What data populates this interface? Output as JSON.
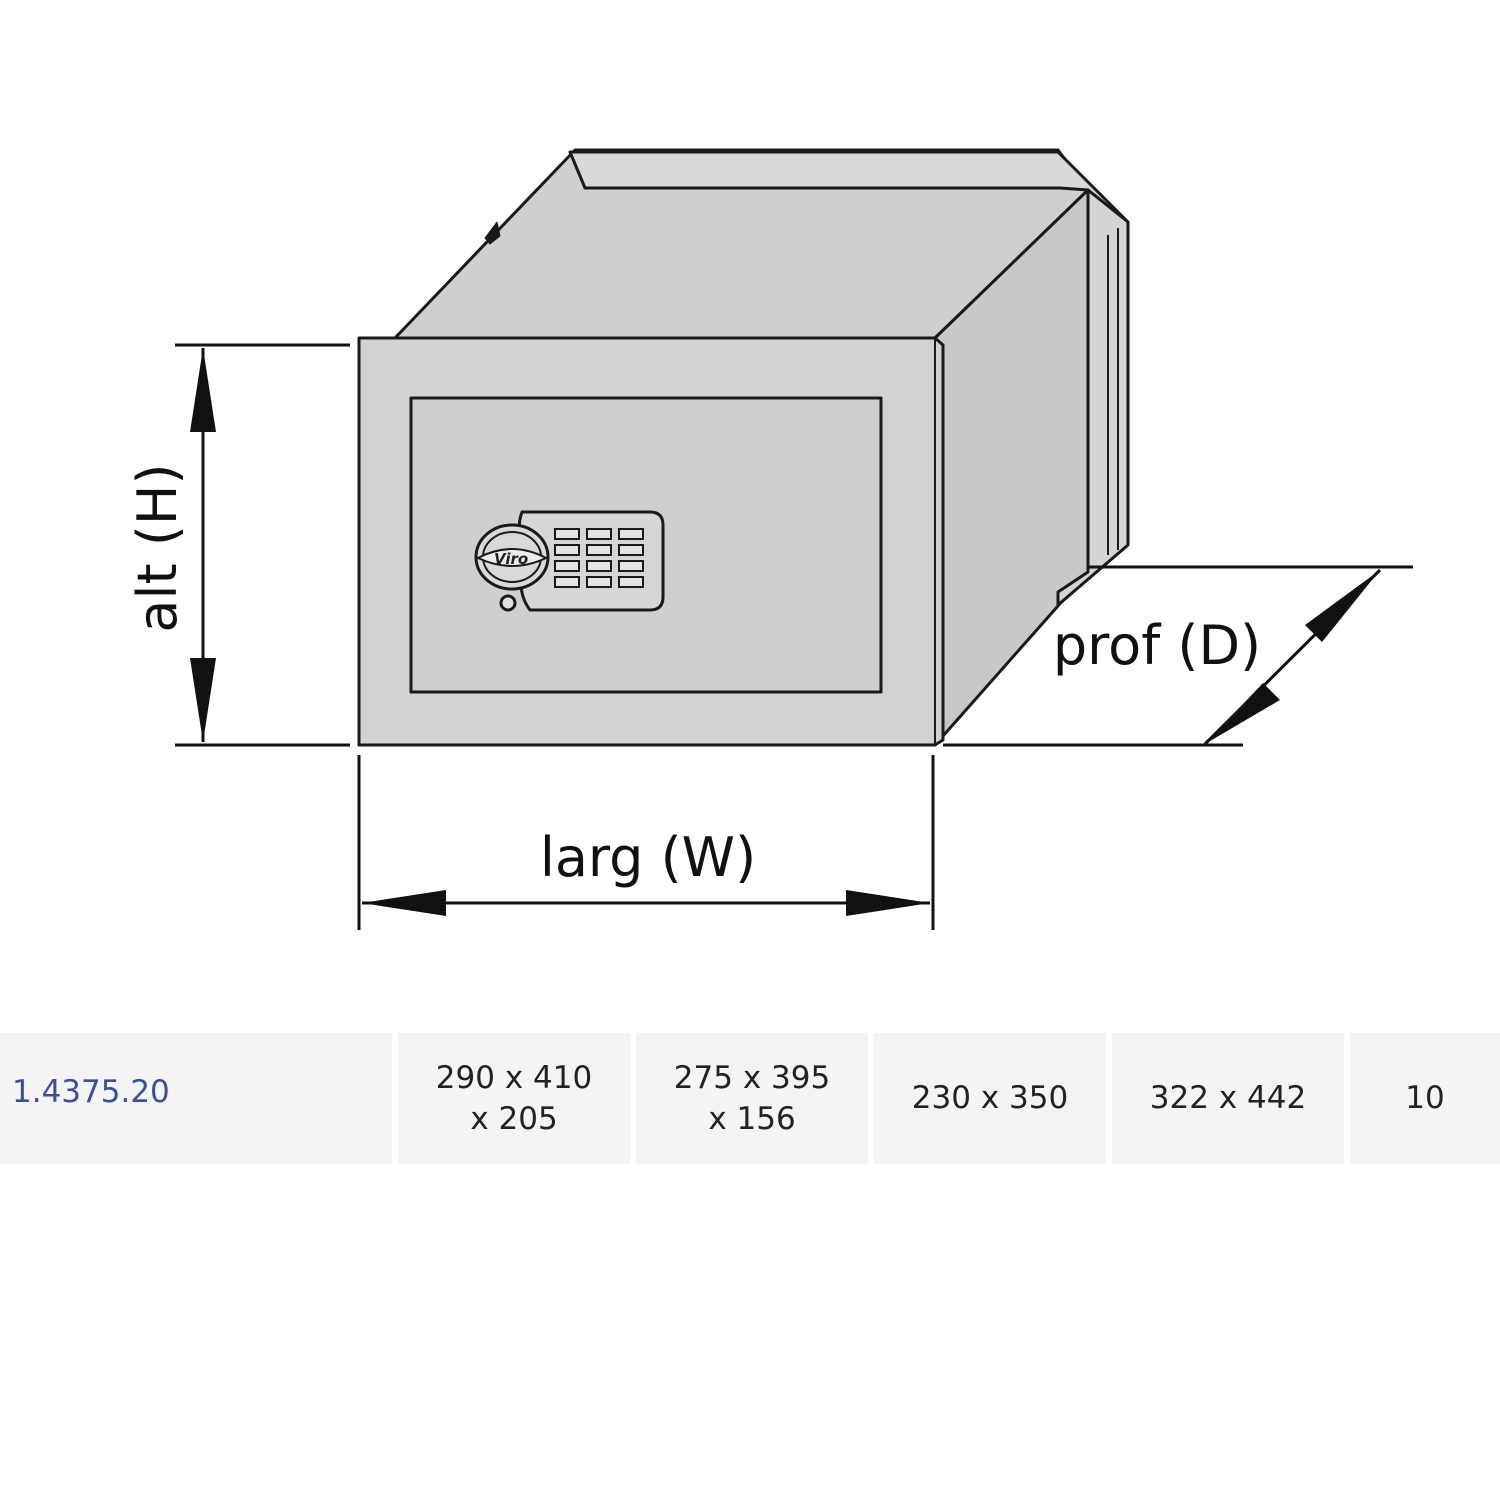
{
  "diagram": {
    "labels": {
      "height": "alt (H)",
      "width": "larg (W)",
      "depth": "prof (D)"
    },
    "logo": "Viro",
    "colors": {
      "body": "#cfcfcf",
      "outline": "#1a1a1a",
      "link": "#3b4fa0"
    }
  },
  "table": {
    "row": [
      {
        "lines": [
          "1.4375.20"
        ]
      },
      {
        "lines": [
          "290 x 410",
          "x 205"
        ]
      },
      {
        "lines": [
          "275 x 395",
          "x 156"
        ]
      },
      {
        "lines": [
          "230 x 350"
        ]
      },
      {
        "lines": [
          "322 x 442"
        ]
      },
      {
        "lines": [
          "10"
        ]
      }
    ]
  }
}
